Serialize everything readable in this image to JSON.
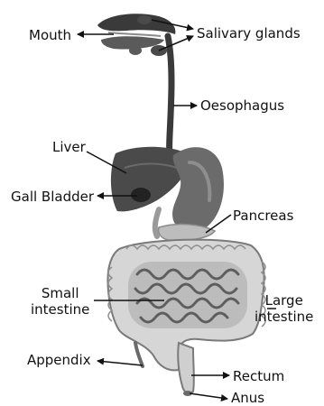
{
  "colors": {
    "organ_dark": "#3a3a3a",
    "organ_mid": "#6b6b6b",
    "organ_light": "#9a9a9a",
    "intestine_fill": "#c9c9c9",
    "intestine_line": "#7a7a7a",
    "leader_line": "#111111",
    "label_text": "#111111",
    "background": "#ffffff"
  },
  "labels": {
    "mouth": "Mouth",
    "salivary_glands": "Salivary glands",
    "oesophagus": "Oesophagus",
    "liver": "Liver",
    "gall_bladder": "Gall Bladder",
    "pancreas": "Pancreas",
    "small_intestine_line1": "Small",
    "small_intestine_line2": "intestine",
    "large_intestine_line1": "Large",
    "large_intestine_line2": "intestine",
    "appendix": "Appendix",
    "rectum": "Rectum",
    "anus": "Anus"
  }
}
